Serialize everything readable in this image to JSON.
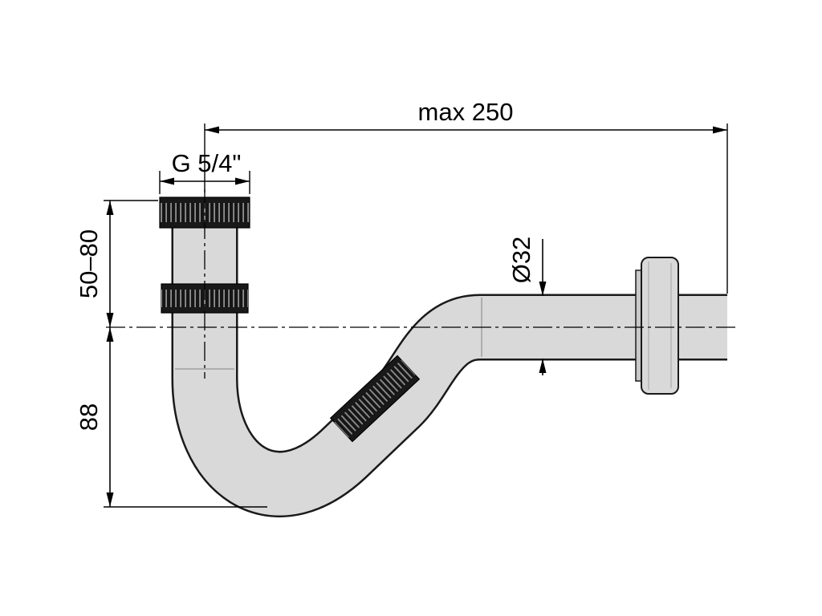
{
  "diagram": {
    "type": "technical-drawing",
    "labels": {
      "top_span": "max 250",
      "thread_size": "G 5/4\"",
      "inlet_height_range": "50–80",
      "trap_depth": "88",
      "pipe_diameter": "Ø32"
    },
    "colors": {
      "pipe_fill": "#d9d9d9",
      "outline": "#1a1a1a",
      "nut_dark": "#191919",
      "dimension": "#000000",
      "background": "#ffffff"
    }
  }
}
